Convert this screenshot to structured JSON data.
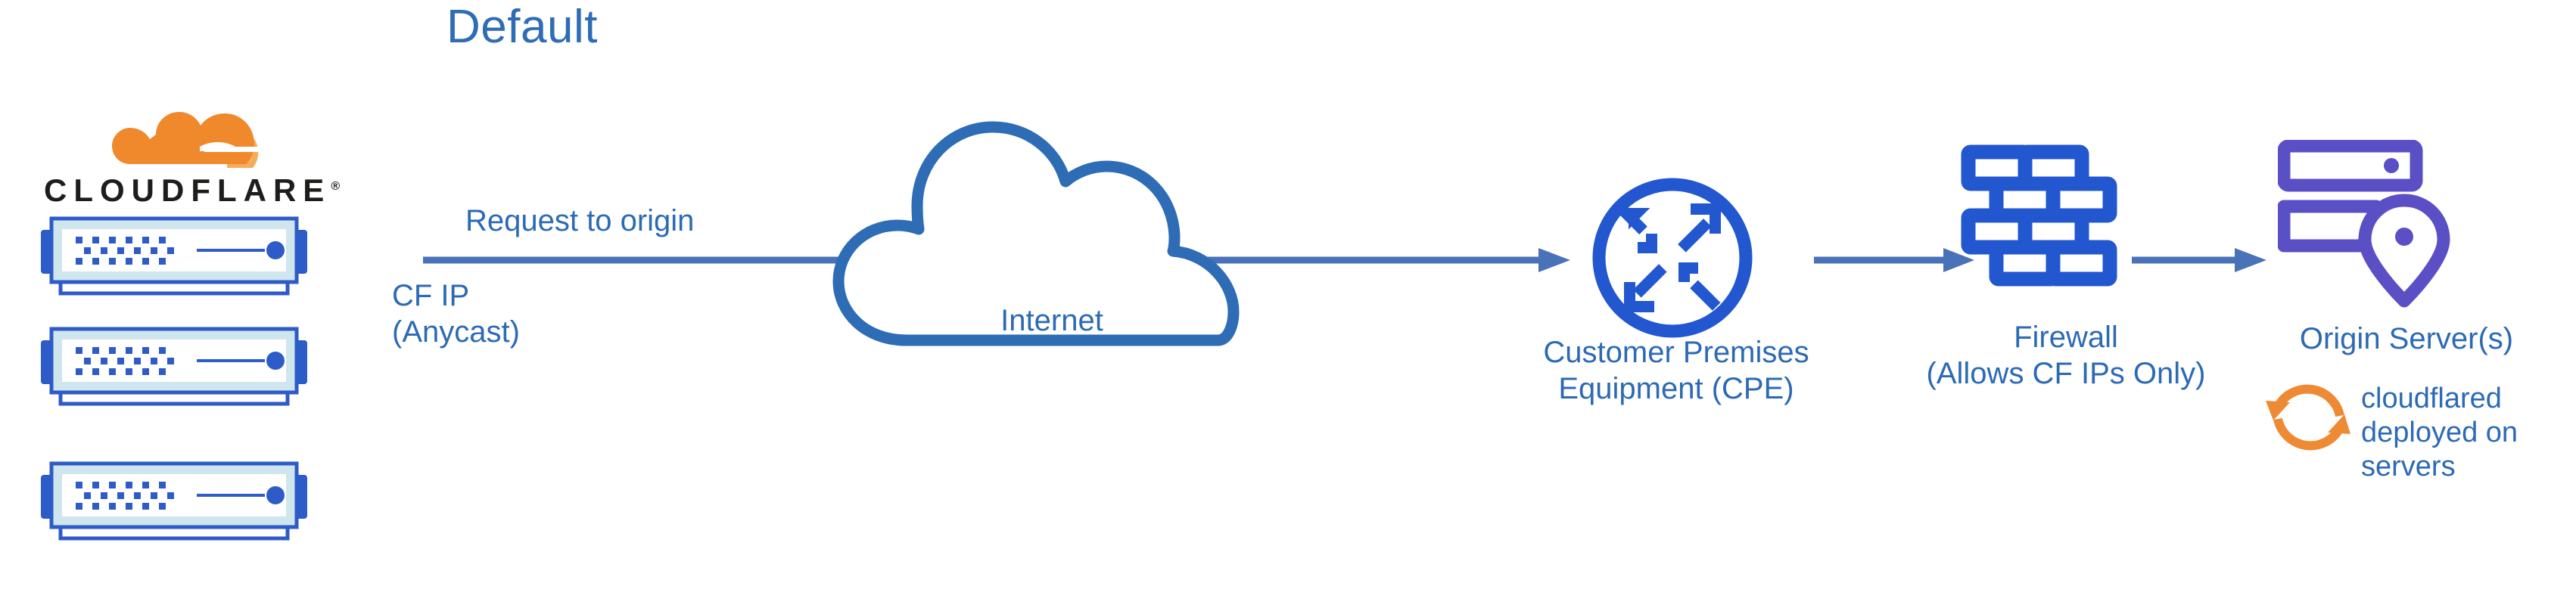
{
  "title": "Default",
  "brand": {
    "wordmark": "CLOUDFLARE",
    "registered_mark": "®",
    "logo_icon": "cloudflare-cloud-logo",
    "colors": {
      "orange_dark": "#F0892B",
      "orange_light": "#F6AD5B",
      "wordmark_black": "#1D1D1B"
    }
  },
  "colors": {
    "text_blue": "#2C6AB5",
    "title_blue": "#2E6CB5",
    "arrow_blue": "#4A72B8",
    "icon_blue_bright": "#2257D0",
    "cloud_stroke_blue": "#2E6CB5",
    "server_blue": "#2D5BC8",
    "server_frame_light": "#CFE6EE",
    "origin_purple": "#5B4FC6",
    "cloudflared_orange": "#EE8A33"
  },
  "edge_nodes": {
    "icon": "server-rack-icon",
    "count": 3,
    "label_line1": "CF IP",
    "label_line2": "(Anycast)"
  },
  "flow": {
    "request_label": "Request to origin",
    "arrows": [
      {
        "name": "edge-to-cpe",
        "from": "cloudflare-edge",
        "to": "cpe"
      },
      {
        "name": "cpe-to-firewall",
        "from": "cpe",
        "to": "firewall"
      },
      {
        "name": "firewall-to-origin",
        "from": "firewall",
        "to": "origin"
      }
    ]
  },
  "internet": {
    "label": "Internet",
    "icon": "cloud-outline-icon"
  },
  "cpe": {
    "icon": "router-four-arrows-circle-icon",
    "label_line1": "Customer Premises",
    "label_line2": "Equipment (CPE)"
  },
  "firewall": {
    "icon": "brick-wall-icon",
    "label_line1": "Firewall",
    "label_line2": "(Allows CF IPs Only)"
  },
  "origin": {
    "icon": "server-stack-location-pin-icon",
    "label": "Origin Server(s)",
    "note_icon": "sync-arrows-icon",
    "note_line1": "cloudflared",
    "note_line2": "deployed on",
    "note_line3": "servers"
  }
}
